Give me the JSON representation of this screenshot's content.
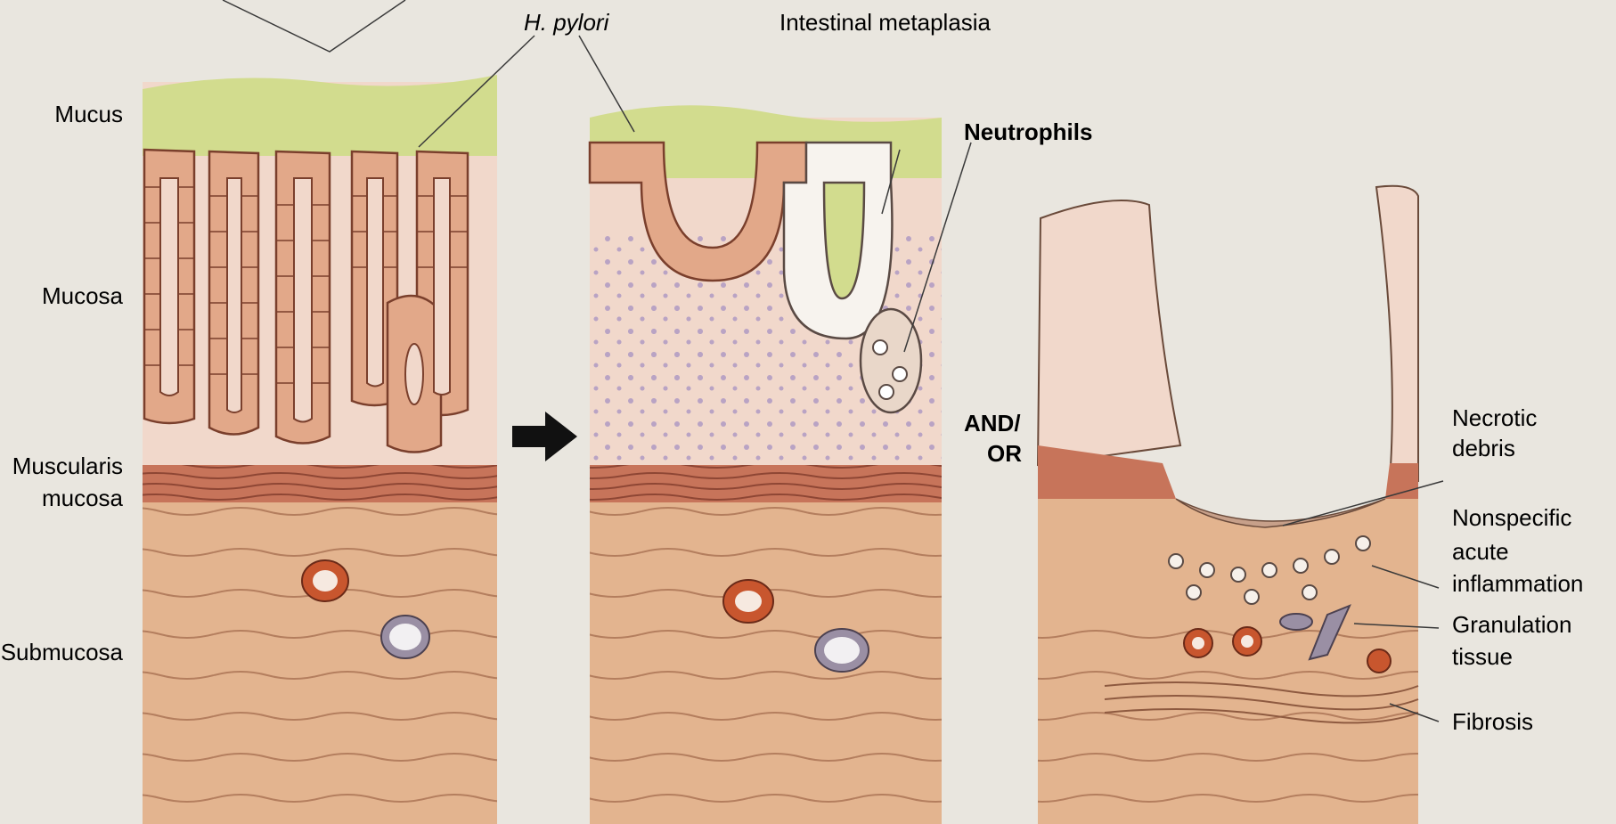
{
  "labels": {
    "mucus": "Mucus",
    "mucosa": "Mucosa",
    "muscularis_line1": "Muscularis",
    "muscularis_line2": "mucosa",
    "submucosa": "Submucosa",
    "h_pylori": "H. pylori",
    "intestinal_metaplasia": "Intestinal metaplasia",
    "neutrophils": "Neutrophils",
    "and_or_line1": "AND/",
    "and_or_line2": "OR",
    "necrotic_line1": "Necrotic",
    "necrotic_line2": "debris",
    "acute_line1": "Nonspecific",
    "acute_line2": "acute",
    "acute_line3": "inflammation",
    "granulation_line1": "Granulation",
    "granulation_line2": "tissue",
    "fibrosis": "Fibrosis"
  },
  "colors": {
    "page": "#e9e6df",
    "mucus": "#d2dc8e",
    "mucosa_stroma": "#f1d8cb",
    "epithelium": "#e2a889",
    "cell_outline": "#7a3f2c",
    "muscularis": "#c7745a",
    "submucosa": "#e3b48f",
    "artery": "#c8562e",
    "vein": "#9a8fa4",
    "inflammation": "#a58fb4",
    "arrow": "#111111"
  }
}
